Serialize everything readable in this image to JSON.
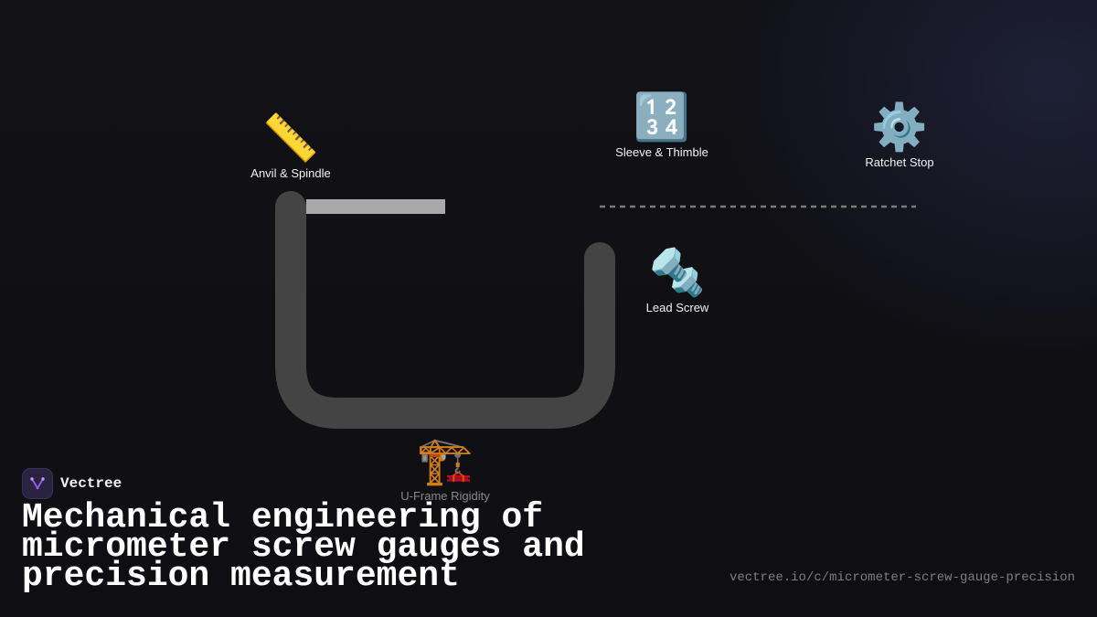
{
  "brand": {
    "name": "Vectree",
    "logo_icon": "vectree-logo-icon",
    "logo_color": "#9b5cf0"
  },
  "title": "Mechanical engineering of micrometer screw gauges and precision measurement",
  "url": "vectree.io/c/micrometer-screw-gauge-precision",
  "diagram": {
    "nodes": [
      {
        "id": "anvil-spindle",
        "label": "Anvil & Spindle",
        "icon": "ruler-icon",
        "emoji": "📏"
      },
      {
        "id": "sleeve-thimble",
        "label": "Sleeve & Thimble",
        "icon": "numbers-icon",
        "emoji": "🔢"
      },
      {
        "id": "ratchet-stop",
        "label": "Ratchet Stop",
        "icon": "gear-icon",
        "emoji": "⚙️"
      },
      {
        "id": "lead-screw",
        "label": "Lead Screw",
        "icon": "nut-and-bolt-icon",
        "emoji": "🔩"
      },
      {
        "id": "u-frame",
        "label": "U-Frame Rigidity",
        "icon": "crane-icon",
        "emoji": "🏗️"
      }
    ],
    "colors": {
      "frame": "#444444",
      "spindle": "#a9a9a9",
      "dashed_line": "#7a7a7a"
    }
  }
}
